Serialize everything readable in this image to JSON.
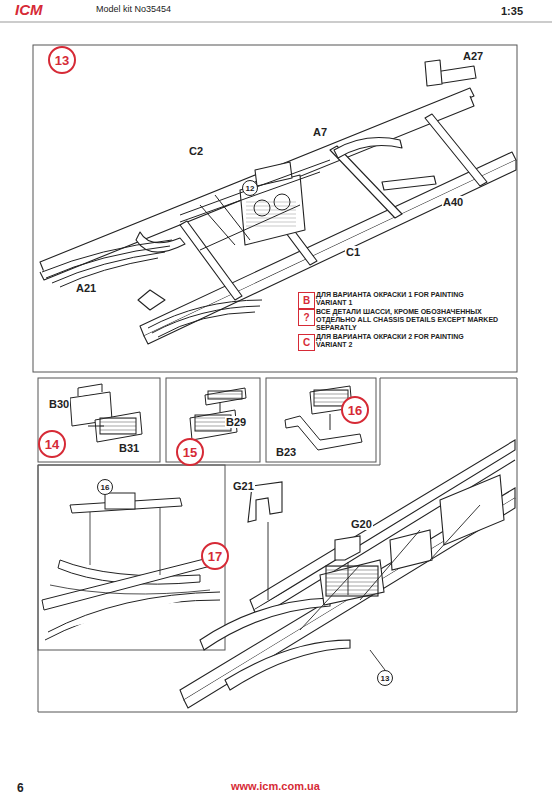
{
  "diagram": {
    "nodes": [
      {
        "text": [
          "13"
        ]
      },
      {
        "text": [
          "12"
        ]
      },
      {
        "text": [
          "B"
        ]
      },
      {
        "text": [
          "?"
        ]
      },
      {
        "text": [
          "C"
        ]
      },
      {
        "text": [
          "14"
        ]
      },
      {
        "text": [
          "15"
        ]
      },
      {
        "text": [
          "16"
        ]
      },
      {
        "text": [
          "17"
        ]
      },
      {
        "text": [
          "16"
        ]
      },
      {
        "text": [
          "13"
        ]
      }
    ],
    "labels": [
      "Model kit No35454",
      "1:35",
      "ICM",
      "A27",
      "A7",
      "A40",
      "C2",
      "A21",
      "C1",
      "B30",
      "B31",
      "B29",
      "B23",
      "G21",
      "G20",
      "6",
      "www.icm.com.ua"
    ],
    "legend": [
      {
        "text": "ДЛЯ ВАРИАНТА ОКРАСКИ 1 FOR PAINTING VARIANT 1"
      },
      {
        "text": "ВСЕ ДЕТАЛИ ШАССИ, КРОМЕ ОБОЗНАЧЕННЫХ ОТДЕЛЬНО ALL CHASSIS DETAILS EXCEPT MARKED SEPARATLY"
      },
      {
        "text": "ДЛЯ ВАРИАНТА ОКРАСКИ 2 FOR PAINTING VARIANT 2"
      }
    ]
  }
}
